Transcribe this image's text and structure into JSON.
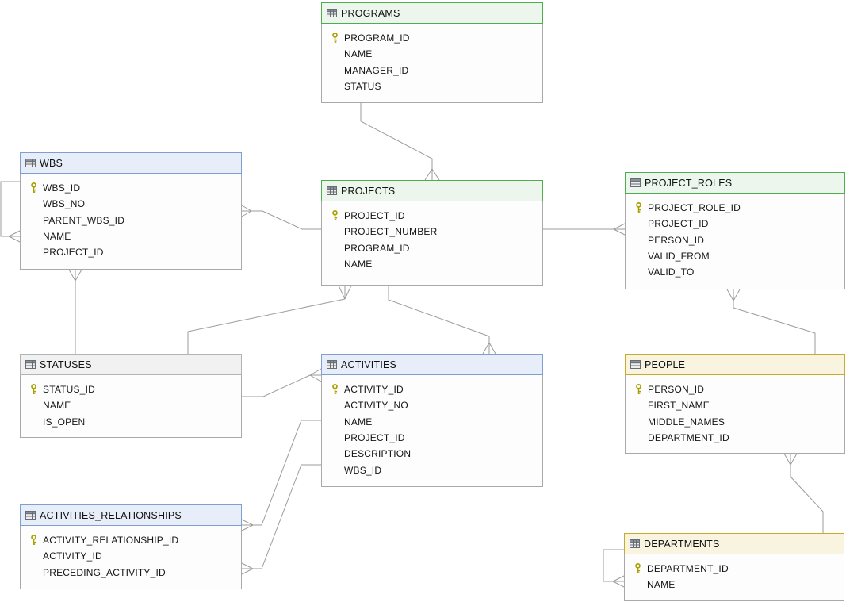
{
  "diagram_type": "entity-relationship",
  "colors": {
    "themes": {
      "green": {
        "border": "#4eae4e",
        "background": "#ecf6ec"
      },
      "blue": {
        "border": "#7e9fd0",
        "background": "#e8eef9"
      },
      "yellow": {
        "border": "#c9ab2a",
        "background": "#f8f4e0"
      },
      "gray": {
        "border": "#b3b3b3",
        "background": "#f1f1f1"
      }
    },
    "connector_line": "#9b9b9b",
    "entity_border": "#a9a9a9",
    "key_icon": "#a9a000",
    "table_icon": "#676d75"
  },
  "entities": [
    {
      "name": "PROGRAMS",
      "theme": "green",
      "fields": [
        {
          "name": "PROGRAM_ID",
          "key": true
        },
        {
          "name": "NAME",
          "key": false
        },
        {
          "name": "MANAGER_ID",
          "key": false
        },
        {
          "name": "STATUS",
          "key": false
        }
      ]
    },
    {
      "name": "WBS",
      "theme": "blue",
      "fields": [
        {
          "name": "WBS_ID",
          "key": true
        },
        {
          "name": "WBS_NO",
          "key": false
        },
        {
          "name": "PARENT_WBS_ID",
          "key": false
        },
        {
          "name": "NAME",
          "key": false
        },
        {
          "name": "PROJECT_ID",
          "key": false
        }
      ]
    },
    {
      "name": "PROJECTS",
      "theme": "green",
      "fields": [
        {
          "name": "PROJECT_ID",
          "key": true
        },
        {
          "name": "PROJECT_NUMBER",
          "key": false
        },
        {
          "name": "PROGRAM_ID",
          "key": false
        },
        {
          "name": "NAME",
          "key": false
        }
      ]
    },
    {
      "name": "PROJECT_ROLES",
      "theme": "green",
      "fields": [
        {
          "name": "PROJECT_ROLE_ID",
          "key": true
        },
        {
          "name": "PROJECT_ID",
          "key": false
        },
        {
          "name": "PERSON_ID",
          "key": false
        },
        {
          "name": "VALID_FROM",
          "key": false
        },
        {
          "name": "VALID_TO",
          "key": false
        }
      ]
    },
    {
      "name": "STATUSES",
      "theme": "gray",
      "fields": [
        {
          "name": "STATUS_ID",
          "key": true
        },
        {
          "name": "NAME",
          "key": false
        },
        {
          "name": "IS_OPEN",
          "key": false
        }
      ]
    },
    {
      "name": "ACTIVITIES",
      "theme": "blue",
      "fields": [
        {
          "name": "ACTIVITY_ID",
          "key": true
        },
        {
          "name": "ACTIVITY_NO",
          "key": false
        },
        {
          "name": "NAME",
          "key": false
        },
        {
          "name": "PROJECT_ID",
          "key": false
        },
        {
          "name": "DESCRIPTION",
          "key": false
        },
        {
          "name": "WBS_ID",
          "key": false
        }
      ]
    },
    {
      "name": "PEOPLE",
      "theme": "yellow",
      "fields": [
        {
          "name": "PERSON_ID",
          "key": true
        },
        {
          "name": "FIRST_NAME",
          "key": false
        },
        {
          "name": "MIDDLE_NAMES",
          "key": false
        },
        {
          "name": "DEPARTMENT_ID",
          "key": false
        }
      ]
    },
    {
      "name": "ACTIVITIES_RELATIONSHIPS",
      "theme": "blue",
      "fields": [
        {
          "name": "ACTIVITY_RELATIONSHIP_ID",
          "key": true
        },
        {
          "name": "ACTIVITY_ID",
          "key": false
        },
        {
          "name": "PRECEDING_ACTIVITY_ID",
          "key": false
        }
      ]
    },
    {
      "name": "DEPARTMENTS",
      "theme": "yellow",
      "fields": [
        {
          "name": "DEPARTMENT_ID",
          "key": true
        },
        {
          "name": "NAME",
          "key": false
        }
      ]
    }
  ],
  "relationships": [
    {
      "id": "programs-projects",
      "one": "PROGRAMS",
      "many": "PROJECTS"
    },
    {
      "id": "projects-wbs",
      "one": "PROJECTS",
      "many": "WBS"
    },
    {
      "id": "statuses-projects",
      "one": "STATUSES",
      "many": "PROJECTS"
    },
    {
      "id": "statuses-wbs",
      "one": "STATUSES",
      "many": "WBS"
    },
    {
      "id": "projects-activities",
      "one": "PROJECTS",
      "many": "ACTIVITIES"
    },
    {
      "id": "projects-project-roles",
      "one": "PROJECTS",
      "many": "PROJECT_ROLES"
    },
    {
      "id": "statuses-activities",
      "one": "STATUSES",
      "many": "ACTIVITIES"
    },
    {
      "id": "people-project-roles",
      "one": "PEOPLE",
      "many": "PROJECT_ROLES"
    },
    {
      "id": "departments-people",
      "one": "DEPARTMENTS",
      "many": "PEOPLE"
    },
    {
      "id": "activities-activity-relationships-1",
      "one": "ACTIVITIES",
      "many": "ACTIVITIES_RELATIONSHIPS"
    },
    {
      "id": "activities-activity-relationships-2",
      "one": "ACTIVITIES",
      "many": "ACTIVITIES_RELATIONSHIPS"
    },
    {
      "id": "wbs-self-parent",
      "one": "WBS",
      "many": "WBS"
    },
    {
      "id": "departments-self",
      "one": "DEPARTMENTS",
      "many": "DEPARTMENTS"
    }
  ]
}
